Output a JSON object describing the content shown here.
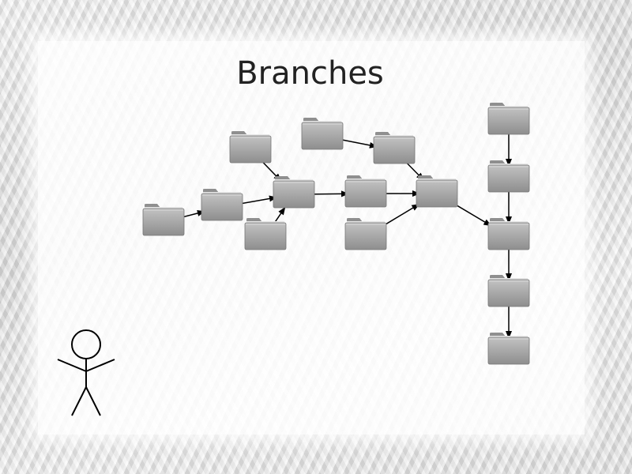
{
  "slide": {
    "title": "Branches"
  },
  "colors": {
    "folder_body": "#a9a9a9",
    "folder_tab": "#8f8f8f",
    "arrow": "#000000"
  },
  "diagram": {
    "icons": {
      "node": "folder-icon",
      "person": "stick-figure-icon"
    },
    "nodes": [
      {
        "id": "n1"
      },
      {
        "id": "n2"
      },
      {
        "id": "n3"
      },
      {
        "id": "n4"
      },
      {
        "id": "n5"
      },
      {
        "id": "n6"
      },
      {
        "id": "n7"
      },
      {
        "id": "n8"
      },
      {
        "id": "n9"
      },
      {
        "id": "n10"
      },
      {
        "id": "n11"
      },
      {
        "id": "n12"
      },
      {
        "id": "n13"
      },
      {
        "id": "n14"
      },
      {
        "id": "n15"
      }
    ],
    "edges": [
      {
        "from": "n1",
        "to": "n2"
      },
      {
        "from": "n2",
        "to": "n3"
      },
      {
        "from": "n4",
        "to": "n3"
      },
      {
        "from": "n5",
        "to": "n3"
      },
      {
        "from": "n3",
        "to": "n6"
      },
      {
        "from": "n7",
        "to": "n8"
      },
      {
        "from": "n8",
        "to": "n10"
      },
      {
        "from": "n6",
        "to": "n10"
      },
      {
        "from": "n9",
        "to": "n10"
      },
      {
        "from": "n10",
        "to": "n13"
      },
      {
        "from": "n11",
        "to": "n12"
      },
      {
        "from": "n12",
        "to": "n13"
      },
      {
        "from": "n13",
        "to": "n14"
      },
      {
        "from": "n14",
        "to": "n15"
      }
    ]
  }
}
